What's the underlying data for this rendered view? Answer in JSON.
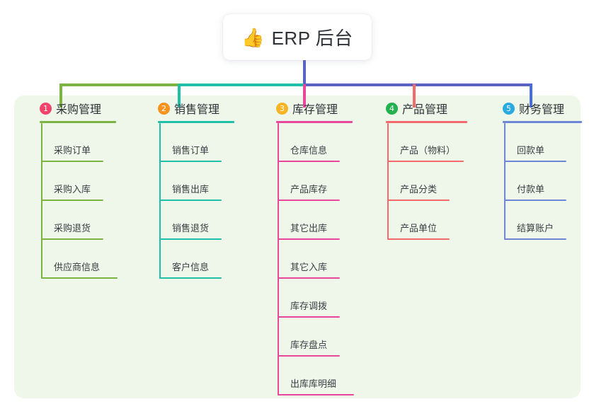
{
  "diagram": {
    "type": "mindmap-tree",
    "root": {
      "icon": "thumbs-up-icon",
      "emoji": "👍",
      "title": "ERP 后台"
    },
    "panel_color": "#eef7e9",
    "trunk_color": "#5a63c4",
    "branches": [
      {
        "number": "1",
        "title": "采购管理",
        "badge_color": "#f2436b",
        "line_color": "#7cb342",
        "items": [
          "采购订单",
          "采购入库",
          "采购退货",
          "供应商信息"
        ]
      },
      {
        "number": "2",
        "title": "销售管理",
        "badge_color": "#f7931e",
        "line_color": "#1fbfa8",
        "items": [
          "销售订单",
          "销售出库",
          "销售退货",
          "客户信息"
        ]
      },
      {
        "number": "3",
        "title": "库存管理",
        "badge_color": "#f6b426",
        "line_color": "#e8479b",
        "items": [
          "仓库信息",
          "产品库存",
          "其它出库",
          "其它入库",
          "库存调拨",
          "库存盘点",
          "出库库明细"
        ]
      },
      {
        "number": "4",
        "title": "产品管理",
        "badge_color": "#22b14c",
        "line_color": "#f4696b",
        "items": [
          "产品（物料）",
          "产品分类",
          "产品单位"
        ]
      },
      {
        "number": "5",
        "title": "财务管理",
        "badge_color": "#29abe2",
        "line_color": "#6f86d6",
        "items": [
          "回款单",
          "付款单",
          "结算账户"
        ]
      }
    ]
  }
}
